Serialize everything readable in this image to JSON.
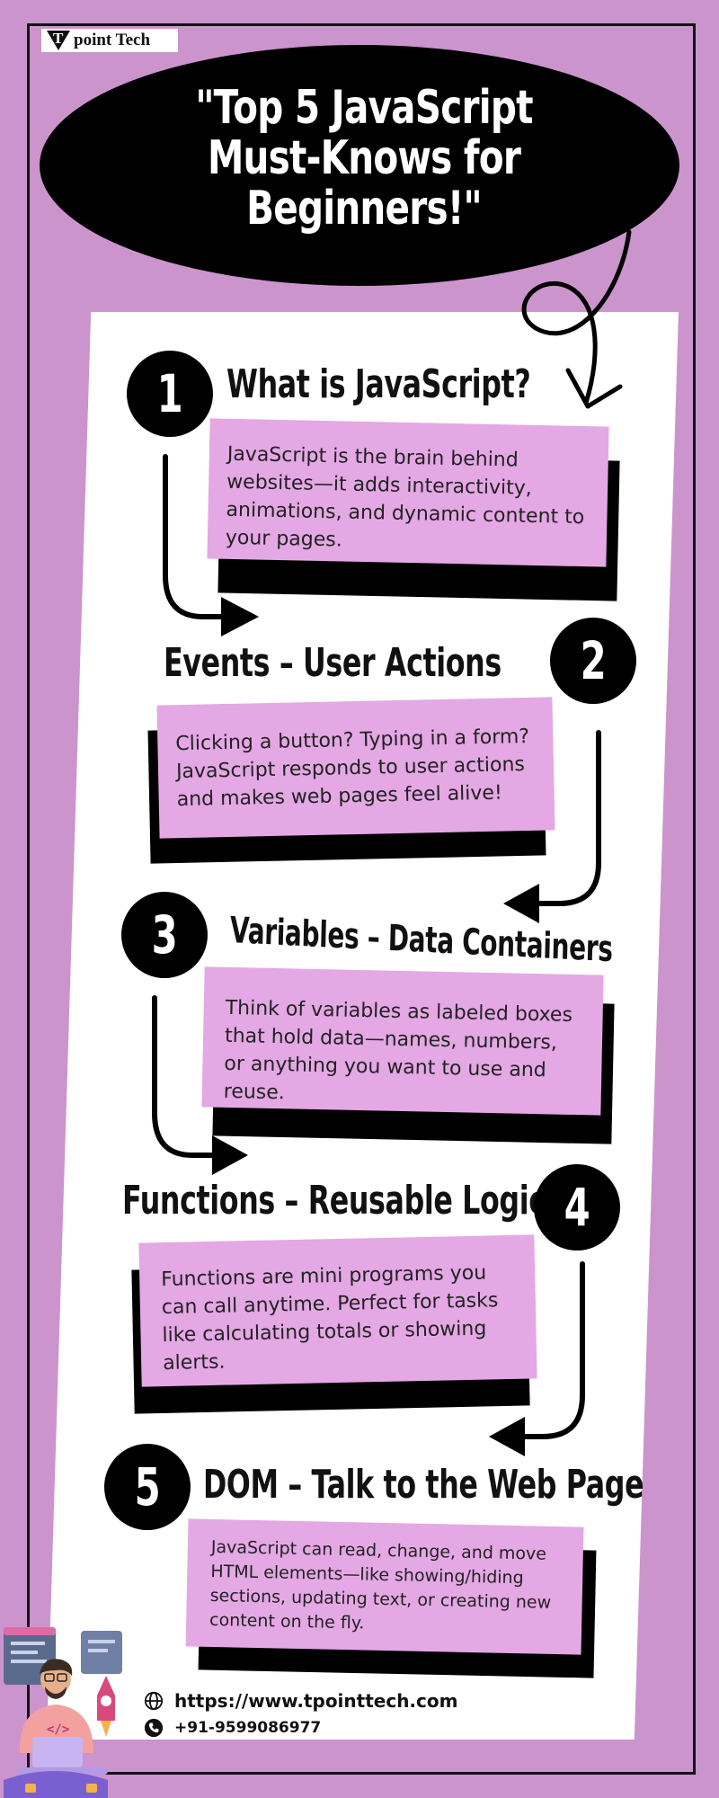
{
  "logo": {
    "mark": "T",
    "brand": "point Tech"
  },
  "title": "\"Top 5 JavaScript Must-Knows for Beginners!\"",
  "items": [
    {
      "number": "1",
      "heading": "What is JavaScript?",
      "text": "JavaScript is the brain behind websites—it adds interactivity, animations, and dynamic content to your pages."
    },
    {
      "number": "2",
      "heading": "Events – User Actions",
      "text": "Clicking a button? Typing in a form? JavaScript responds to user actions and makes web pages feel alive!"
    },
    {
      "number": "3",
      "heading": "Variables – Data Containers",
      "text": "Think of variables as labeled boxes that hold data—names, numbers, or anything you want to use and reuse."
    },
    {
      "number": "4",
      "heading": "Functions – Reusable Logic",
      "text": "Functions are mini programs you can call anytime. Perfect for tasks like calculating totals or showing alerts."
    },
    {
      "number": "5",
      "heading": "DOM – Talk to the Web Page",
      "text": "JavaScript can read, change, and move HTML elements—like showing/hiding sections, updating text, or creating new content on the fly."
    }
  ],
  "footer": {
    "website": "https://www.tpointtech.com",
    "phone": "+91-9599086977"
  },
  "icons": [
    "globe-icon",
    "phone-icon",
    "developer-illustration"
  ],
  "colors": {
    "background": "#cc94cc",
    "card": "#e4a8e4",
    "ink": "#000000"
  }
}
